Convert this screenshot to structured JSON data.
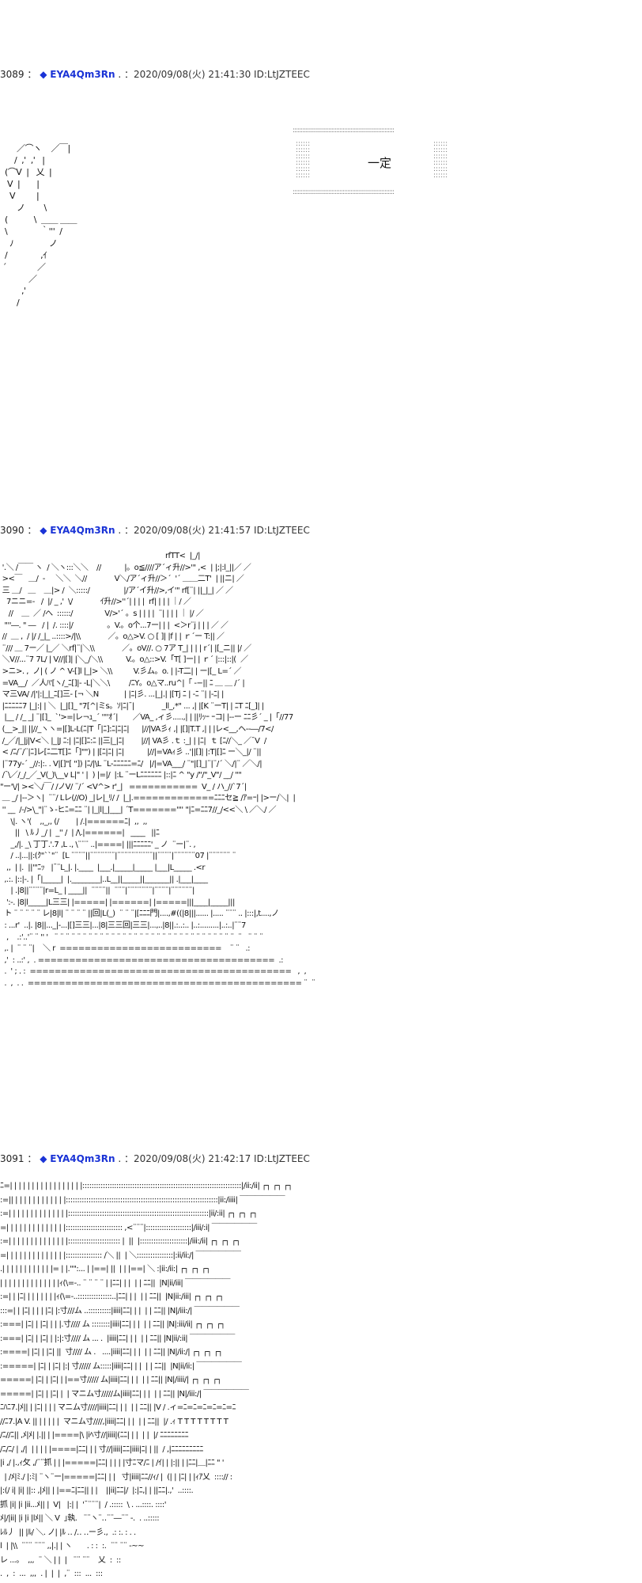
{
  "posts": [
    {
      "number": "3089",
      "separator": "：",
      "diamond": "◆",
      "name": "EYA4Qm3Rn",
      "trip_suffix": ".",
      "datetime": "：2020/09/08(火) 21:41:30 ID:LtJZTEEC",
      "art_text": "\n\n       ／⌒ヽ    ／￣|\n      /  ,'  ,'   |\n  (⌒V  |   乂  |\n   V  |       |\n    V         |\n       ノ        \\\n  (           \\  ＿＿ ＿＿\n  \\              ｀'''  /\n    ﾉ               ノ\n  /              ,ｲ\n ´             ／\n            ／\n         ,'\n       /",
      "box_label": "一定",
      "box_edge": ":::::::::::::::::::::::::::::::::::::::::::::::::::::::::::::::",
      "box_side": "::::::\n::::::\n::::::\n::::::\n::::::\n::::::"
    },
    {
      "number": "3090",
      "separator": "：",
      "diamond": "◆",
      "name": "EYA4Qm3Rn",
      "trip_suffix": ".",
      "datetime": "：2020/09/08(火) 21:41:57 ID:LtJZTEEC",
      "art_text": "                                                                              rfTT<  |_/|\n '.＼ /￣￣ ヽ  / ＼ヽ:::＼＼    //           |。o≦////ア´ィ升//>'\" ,<  | |;|:l_||／ ／\n ><￣   ＿/  -     ＼＼  ＼//             V＼/ア´ィ升//＞´  '´ ＿＿二T'  | ||ニ| ／\n 三 ＿/   ＿    ＿|> /  ＼:::::/                |/ア´イ升//>,イ'\" rf[¨| ||_|_| ／ ／\n   7ニニ=-   /  |/ _ ,'  \\/             ｲ升//>''´| | | |  rf| | | | ｜/ ／\n    //    ＿  ／ /へ  ::::::/               V/>'´ 。s | | | |  ¨| | | | ｜ |/ ／\n  \"''―. \" ―   / |  /. ::::|/                。V.。o个...7ー| | |  <＞r¨j | | | ／ ／\n //  ＿ ,  / |/ /_|_ ..::::>/|\\\\             ／。o△>V. ○ [ ]| |f | | ｒ´ー T:|| ／\n ¨/// ＿ 7ー／ |_／ ＼rf|¨|＼\\\\             ／。oV//. ○ 7ア T_| | | | r´| |[_ニ|| |/ ／\n ＼V//...¨7 7L/ | V//|[]| |＼_/＼\\\\           V.。o△::>V.「T[ ]ー| | ｒ´ |:::|::|(  ／\n >ニ>. ,  ノ| ( ノ ^ V-[]l |_|> ＼\\\\          V.彡ム。o. | |-T二| | ー|[_ L=´ ／\n =VA__/  ／人ﾊ'[ヽ/_ﾆ[]|‐ ‐L|＼＼\\         /ﾆY。o△マ..ru^|「 -−|| ﾆ ＿ ＿ /´ |\n マ三VA/ /|'|:|_|_ﾆ[]三- [¬ ＼N            | |ﾆ|彡. ...|_|.| |[Tj ﾆ | -ﾆ ¨| |-ﾆ| |\n |ﾆﾆﾆﾆﾆ7 |_|:| | ＼  |_|[]_ \"7[^|ミs。ｿ|ﾆ|¯|             _ll_,*\" ... ,| |[K ¨ーT| | ﾆT ﾆ[_]| |\n  |__ / /_ _| ¨|[]_  `'>=|レ¬ｭ_´ '\"'ｵ´|       ／VA_ ,ィ彡.....,| | ||ﾘｯｰ ｰコ| |--ー ﾆﾆ彡´ _ |「//77\n (__>_|| ||//_ヽヽ=|[]L-L(ﾆ|T「|ﾆ]:ﾆ|ﾆ|ﾆ|      |//|VA彡ｨ ,| |[]|T.T ,| | |レ<__,ヘ--―/7</ \n /_／/|_|j|V<＼ |_|J ﾆ:| |ﾆ|[]ﾆ:ﾆ ||三|_|ﾆ|        |//| VA彡 .ｔ :_| | |ﾆ|  ｔ [ﾆ//＼_ ／¯V  /\n < /ﾆ/¨/¨|ﾆ]レ[ﾆ二T[]ﾆ「]\"\") | |[ﾆ|ﾆ| |ﾆ|           |//|=VAｨ彡 ..'||[]| |:T|[]ﾆ ー＼_|/ ¨||\n |¨77y‐´ _//:|:. . V|[]\"[ \"]) |ﾆ/|\\L ¨L-ﾆﾆﾆﾆﾆ=ﾆ/   |/|=VA___/ ¨\"|[]_|¨|¨/´ ＼/|¨ ／＼/|\n /¯\\／/_/_／_V(_)\\__v L|\" ' |  ) |=|/  |:L ¨ーLﾆﾆﾆﾆﾆﾆ |::|ﾆ ^ \"y /\"/\"_V\"/ __/ \"\"\n\"ー'\\/| ><＼/￣/ /ノV/ ¨/´ <V^> r'_|   ===========  V_ / ハ_//`7´| \n ＿ _/ |--＞ヽ|  ¨¨/ Lレ(//O) _|レ|_ﾘ/ /  |_|.=============ﾆﾆﾆセ≧ /ｱ=ｰ| |>ー/＼|  |\n '' __  /-/>\\_\"|¨ゝ-ヒﾆ=ﾆﾆ ¨| |_|l|_|___| ´T======='\"' \"|ﾆ=ﾆﾆ7//_/<<＼ \\ ／＼/ ／\n     \\|. ヽ'(    ,,_,, (/        | /.|======ﾆ|  ,,  ,,\n       ||   \\ ﾙ丿_/ |  _'' /  | /\\.|======|   ____   ||ﾆ\n     _,/|. _\\ 丁丁.'.7 ,L ., \\¨¨¨ ..|====| |||ﾆﾆﾆﾆﾆ' _ ノ  ¨ー|¨. ,\n     / ..|...||:(ｸ\"``\"¨  [L ¨¨¨¨||¨¨¨¨¨¨¨|¨¨¨¨¨¨¨¨¨¨||¨¨¨¨|¨¨¨¨¨¨07 |¨¨¨¨¨¨ ¨\n   ,,  | |.  ||'\"ﾆｯ   |¯¨L_|. |.____  |___.|_____|_____ |___|L_____ .<r\n  ,.:. |::|-. |「|_____|  |.________|..L__||_____||_______|| .|___|____\n     | .|8||¨¨¨¨|r=L_ | ____||  ¨¨¨¨||  ¨¨¨|¨¨¨¨¨¨¨|¨¨¨¨|¨¨¨¨¨¨|\n   ':-. |8|l_____|L三三| |=====| |======| |=====|||____|_____|||\n  ト ¨ ¨ ¨ ¨ ¨ レ|8|l| ¨ ¨ ¨ ¨ ||回|L(_)  ¨ ¨ ¨|[ﾆﾆﾆ門|....,#((|8|||...... |..... ¨¨¨ .. |:::|,t....,ノ\n  : ...r'  ..|. |8||..._|‐...|[]三三|...|8|三三回|三三|...,..|8||.:..:.. |..:.........|..:..|¨¨7\n   ,    .:'..'¨ ¨ '' '   ¨ ¨ ¨ ¨ ¨ ¨ ¨ ¨ ¨ ¨ ¨ ¨ ¨ ¨ ¨ ¨ ¨ ¨ ¨ ¨ ¨ ¨ ¨ ¨ ¨ ¨ ¨ ¨ ¨ ¨ ¨ ¨  ¨   ¨ ¨ ¨\n  ,. |  ¨ ¨ ¨|    ＼ r  ==========================    ¨ ¨   .:\n  ,'  : ..:' ,  . ======================================  .:\n  .  ' ; . :  ==========================================   ,  ,\n  .  ,  . .  ============================================ ¨  ¨",
      "box_label": "",
      "box_edge": "",
      "box_side": ""
    },
    {
      "number": "3091",
      "separator": "：",
      "diamond": "◆",
      "name": "EYA4Qm3Rn",
      "trip_suffix": ".",
      "datetime": "：2020/09/08(火) 21:42:17 ID:LtJZTEEC",
      "art_text": "ﾆ=| | | | | | | | | | | | | | | | |::::::::::::::::::::::::::::::::::::::::::::::::::::::::::::::::::::::|/ii:/ii| ┌┐ ┌┐ ┌┐\n:=|| | | | | | | | | | | | |:::::::::::::::::::::::::::::::::::::::::::::::::::::::::::::::::::|ii:/iiii| ￣￣￣￣￣￣\n:=| | | | | | | | | | | | | |::::::::::::::::::::::::::::::::::::::::::::::::::::::::::::::|ii/:ii| ┌┐ ┌┐ ┌┐\n=| | | | | | | | | | | | | |::::::::::::::::::::::::: ,<¨¨¨|::::::::::::::::::::|/iii/:i| ￣￣￣￣￣￣\n:=| | | | | | | | | | | | | |::::::::::::::::::::::: |  ||  |:::::::::::::::::::::|/iii:/ii| ┌┐ ┌┐ ┌┐\n=| | | | | | | | | | | | | |:::::::::::::::: /＼ ||  | ＼::::::::::::::::|:ii/ii:/| ￣￣￣￣￣￣\n.| | | | | | | | | | | |= | |.\"\":... | |==| ||  | | |==| ＼ :|ii:/ii:| ┌┐ ┌┐ ┌┐\n| | | | | | | | | | | | | |ｨ(\\=-.. ¨ ¨ ¨ ¨ | |ﾆﾆ| | |  | | ﾆﾆ||  |N|ii/iii| ￣￣￣￣￣￣\n:=| | |ﾆ| | | | | | | |ｨ(\\=-..:::::::::::::::..|ﾆﾆ| | |  | | ﾆﾆ||  |N|ii:/iii| ┌┐ ┌┐ ┌┐\n:::=| | |ﾆ| | | | |ﾆ| |:寸///ム ..::::::::::|iiii|ﾆﾆ| | |  | | ﾆﾆ|| |N|/iii:/| ￣￣￣￣￣￣\n:===| |ﾆ| | |ﾆ| | | |.寸//// ム ::::::::|iiii|ﾆﾆ| | |  | | ﾆﾆ|| |N|:iii/ii| ┌┐ ┌┐ ┌┐\n:===| |ﾆ| | |ﾆ| | |:|:寸//// ム ... .  |iiii|ﾆﾆ| | |  | | ﾆﾆ|| |N|ii/:ii| ￣￣￣￣￣￣\n:====| |ﾆ| | |ﾆ| ||  寸//// ム .   ....|iiii|ﾆﾆ| | |  | | ﾆﾆ|| |N|/ii:/| ┌┐ ┌┐ ┌┐\n:=====| |ﾆ| | |ﾆ| |:| 寸///// ム:::::|iiii|ﾆﾆ| | |  | | ﾆﾆ||  |N|ii/ii:| ￣￣￣￣￣￣\n=====| |ﾆ| | |ﾆ| | |==寸///// ム|iiii|ﾆﾆ| | |  | | ﾆﾆ|| |N|/iiii/| ┌┐ ┌┐ ┌┐\n=====| |ﾆ| | |ﾆ| |  | マニム寸/////ム|iiii|ﾆﾆ| | |  | | ﾆﾆ|| |N|/iii:/| ￣￣￣￣￣￣\nﾆﾊﾆ7.|ﾒ|| | |ﾆ| | | | マニム寸////|iiii|ﾆﾆ| | |  | | ﾆﾆ|| |V / .ィ=ﾆ=ﾆ=ﾆ=ﾆ=ﾆ=ﾆ\n//ﾆ7.|A V. || | | | | |  マニム寸////,|iiii|ﾆﾆ| | |  | | ﾆﾆ||  |/ .ｨ T T T T T T T T\n/ﾆ//ﾆ|| ,ﾒ|ﾒ| |.|| | |====|\\ |iﾍ寸//|iiii|(ﾆﾆ| | |  | |  |/ ﾆﾆﾆﾆﾆﾆﾆﾆ\n/ﾆ/ﾆ/ | ,/|  | | | | |====|ﾆﾆ| | | 寸//|iiii|ﾆﾆ|iiii|ﾆ| | ||  / ,|ﾆﾆﾆﾆﾆﾆﾆﾆﾆ\n|i ,/ |.,ｨ攵 ,/¨¨抓 | | |=====|ﾆﾆ| | | | |寸ﾆマ/ﾆ | /ｲ| | |:|| | |ﾆﾆ|＿|ﾆﾆ \" '\n  | /ﾒ|ﾐ./ |:ﾐ| ¨ヽ¨ー|=====|ﾆﾆ| | |   寸|iiii|ﾆﾆ//ｨ/ |  (| | |ﾆ| | |ｨｱ乂  ::::// :\n|:(/ i| |i| ||:: ,|ﾒ|| | |==ﾆ|ﾆﾆ|| | |    ||ii|ﾆﾆ|/  |:|ﾆ,| | ||ﾆﾆ|.,'  ..::::.\n抓 |i| |i |ii...ﾒ|| |  V|   |:| |  '¯¨¨¨|  / .:::::  \\ . ...::::. ::::'\nﾒ|/|ii| |i |i |lﾒ|| ＼ V  ｣執.   ¨¨ヽ¨‥¨¨―¨¨ ‐.  . ..:::::\nﾚﾙ丿  || |ﾙ/ ＼. ノ| |ﾙ ‥ /‥ ‥ー彡.,  .: :. : . .\nl  | |\\\\  ¨¨¨ ¨¨¨ ,,|.| | ヽ       . : :  :.  ¨¨ ¨¨ -~~\nレ ...。  ,,,  ¨ ＼ | |  |   ¨¨ ¨¨    乂  :  ::\n.  ,  :  ...  ,,,  . |  |  |  ,¨  :::  ...  :::",
      "box_label": "",
      "box_edge": "",
      "box_side": ""
    }
  ]
}
